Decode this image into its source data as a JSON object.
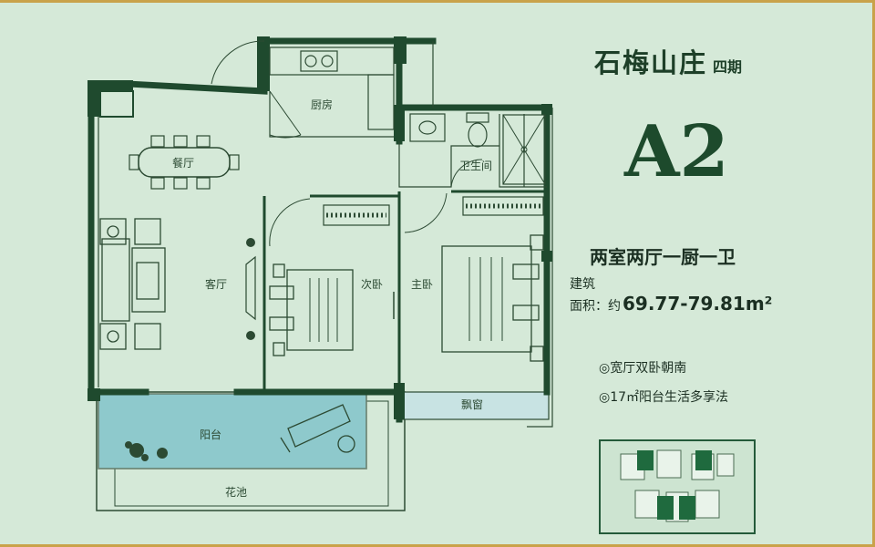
{
  "project": {
    "name": "石梅山庄",
    "phase": "四期"
  },
  "unit_code": "A2",
  "layout": "两室两厅一厨一卫",
  "area": {
    "label_line1": "建筑",
    "label_line2": "面积：约",
    "value": "69.77-79.81",
    "unit": "m²"
  },
  "features": [
    "◎宽厅双卧朝南",
    "◎17㎡阳台生活多享法"
  ],
  "rooms": {
    "kitchen": "厨房",
    "dining": "餐厅",
    "bathroom": "卫生间",
    "living": "客厅",
    "second_bedroom": "次卧",
    "master_bedroom": "主卧",
    "bay_window": "飘窗",
    "balcony": "阳台",
    "planter": "花池"
  },
  "colors": {
    "background": "#d5e9d8",
    "wall": "#1f4a2e",
    "balcony_fill": "#8ec9cc",
    "accent_gold": "#c9a24a"
  }
}
